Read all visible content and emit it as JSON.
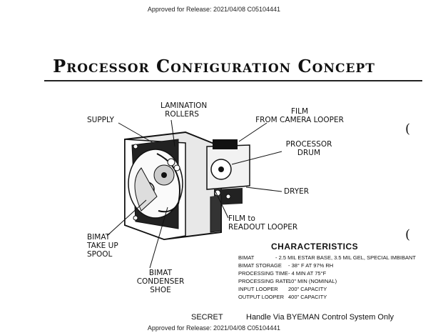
{
  "release_top": "Approved for Release: 2021/04/08 C05104441",
  "release_bottom": "Approved for Release: 2021/04/08 C05104441",
  "title": "Processor Configuration Concept",
  "labels": {
    "lamination": "LAMINATION\nROLLERS",
    "supply": "SUPPLY",
    "film_camera": "FILM\nFROM CAMERA LOOPER",
    "processor_drum": "PROCESSOR\nDRUM",
    "dryer": "DRYER",
    "film_readout": "FILM to\nREADOUT LOOPER",
    "bimat_takeup": "BIMAT\nTAKE UP\nSPOOL",
    "condenser": "BIMAT CONDENSER\nSHOE"
  },
  "characteristics": {
    "title": "CHARACTERISTICS",
    "rows": [
      {
        "k": "BIMAT",
        "v": "- 2.5 MIL ESTAR BASE, 3.5 MIL GEL, SPECIAL IMBIBANT"
      },
      {
        "k": "BIMAT STORAGE",
        "v": "- 38° F AT 97% RH"
      },
      {
        "k": "PROCESSING TIME",
        "v": "- 4 MIN AT 75°F"
      },
      {
        "k": "PROCESSING RATE",
        "v": "10\" MIN (NOMINAL)"
      },
      {
        "k": "INPUT LOOPER",
        "v": "200\" CAPACITY"
      },
      {
        "k": "OUTPUT LOOPER",
        "v": "400\" CAPACITY"
      }
    ]
  },
  "footer": {
    "classification": "SECRET",
    "handling": "Handle Via BYEMAN Control System Only"
  },
  "margin_marks": [
    "(",
    "("
  ]
}
